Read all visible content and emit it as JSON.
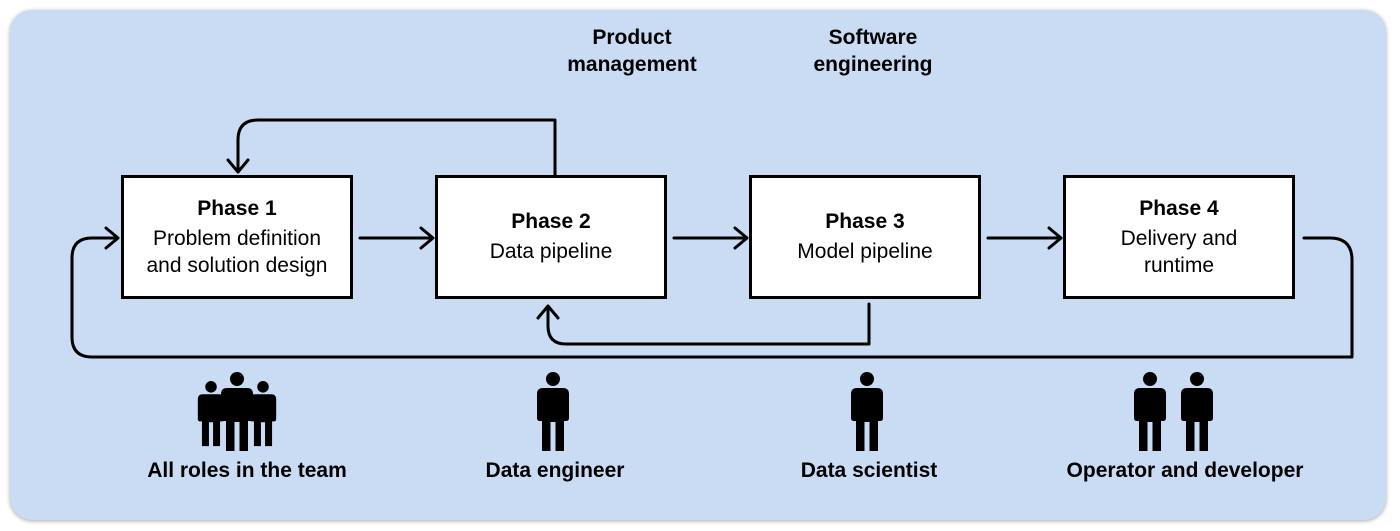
{
  "top_labels": {
    "product_management": "Product\nmanagement",
    "software_engineering": "Software\nengineering"
  },
  "phases": [
    {
      "title": "Phase 1",
      "desc": "Problem definition\nand solution design"
    },
    {
      "title": "Phase 2",
      "desc": "Data pipeline"
    },
    {
      "title": "Phase 3",
      "desc": "Model pipeline"
    },
    {
      "title": "Phase 4",
      "desc": "Delivery and\nruntime"
    }
  ],
  "roles": [
    {
      "label": "All roles in the team",
      "icon": "group-icon"
    },
    {
      "label": "Data engineer",
      "icon": "person-icon"
    },
    {
      "label": "Data scientist",
      "icon": "person-icon"
    },
    {
      "label": "Operator and developer",
      "icon": "two-persons-icon"
    }
  ],
  "colors": {
    "background": "#c9dcf4",
    "box": "#ffffff",
    "stroke": "#000000"
  }
}
